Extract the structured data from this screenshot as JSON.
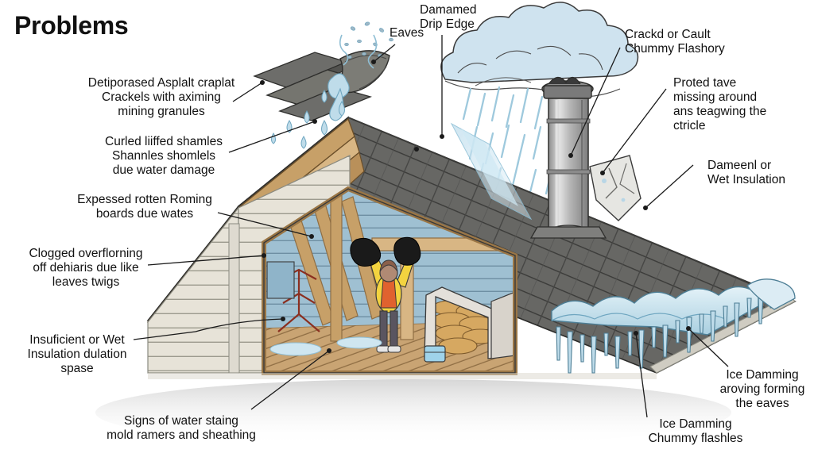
{
  "title": "Problems",
  "labels": {
    "detached_shingle": "Detiporased Asplalt craplat\nCrackels with aximing\nmining granules",
    "curled_shingles": "Curled liiffed shamles\nShannles shomlels\ndue water damage",
    "rotten_boards": "Expessed rotten Roming\nboards due wates",
    "clogged_gutter": "Clogged overflorning\noff dehiaris due like\nleaves twigs",
    "insufficient_insulation": "Insuficient or Wet\nInsulation dulation\nspase",
    "water_staining": "Signs of water staing\nmold ramers and sheathing",
    "eaves": "Eaves",
    "drip_edge": "Damamed\nDrip Edge",
    "cracked_flashing": "Crackd or Cault\nChummy Flashory",
    "missing_boot": "Proted tave\nmissing around\nans teagwing the\nctricle",
    "wet_insulation": "Dameenl or\nWet Insulation",
    "ice_damming_eaves": "Ice Damming\naroving forming\nthe eaves",
    "ice_damming_chimney": "Ice Damming\nChummy flashles"
  },
  "colors": {
    "background": "#ffffff",
    "text": "#111111",
    "leader_line": "#1a1a1a",
    "shingle_dark": "#5e5e5c",
    "shingle_mid": "#6d6d6a",
    "shingle_light": "#7c7c79",
    "siding": "#e7e3d8",
    "wood_rafter": "#c7a068",
    "wood_light": "#d8b684",
    "wood_floor": "#c9a473",
    "ice_blue": "#bfdcea",
    "ice_blue_light": "#dcecf4",
    "cloud": "#cfe3ef",
    "rain": "#a9cfe2",
    "metal_pipe": "#a8a8a8",
    "person_jacket": "#f3d33f",
    "person_vest": "#e0622f",
    "person_pants": "#5a5560",
    "boxes": "#d6a861",
    "tarp_blue": "#8fb4c9"
  }
}
